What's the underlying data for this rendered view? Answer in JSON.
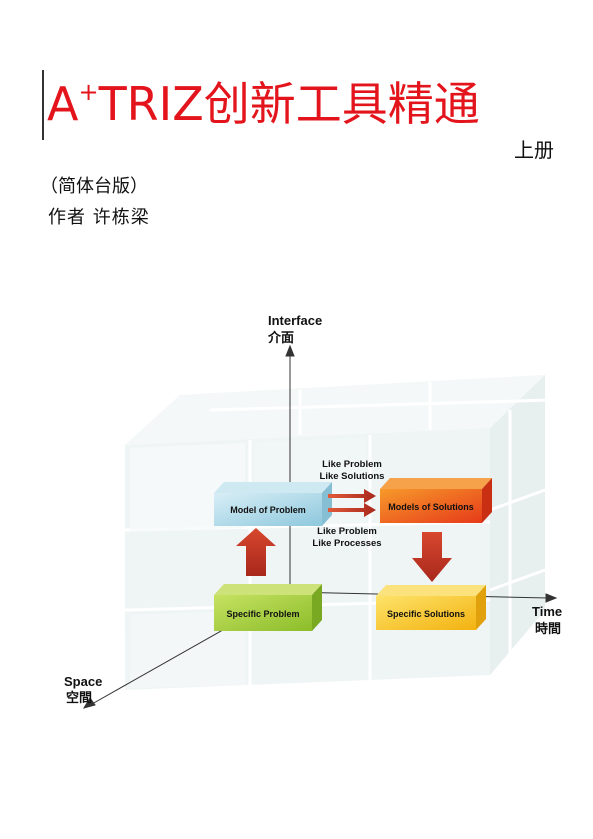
{
  "cover": {
    "title_prefix": "A",
    "title_sup": "+",
    "title_main": "TRIZ创新工具精通",
    "volume": "上册",
    "edition": "（简体台版）",
    "author": "作者 许栋梁"
  },
  "diagram": {
    "axes": {
      "interface_en": "Interface",
      "interface_zh": "介面",
      "time_en": "Time",
      "time_zh": "時間",
      "space_en": "Space",
      "space_zh": "空間"
    },
    "boxes": {
      "model_problem": "Model of Problem",
      "models_solutions": "Models of Solutions",
      "specific_problem": "Specific Problem",
      "specific_solutions": "Specific Solutions"
    },
    "arrow_labels": {
      "top_line1": "Like Problem",
      "top_line2": "Like Solutions",
      "bottom_line1": "Like Problem",
      "bottom_line2": "Like Processes"
    }
  },
  "colors": {
    "title": "#e3141b",
    "arrow_red": "#c0392b",
    "box_blue": "#a9d6e5",
    "box_orange": "#f0531f",
    "box_green": "#a4cf3c",
    "box_yellow": "#f7c820"
  }
}
